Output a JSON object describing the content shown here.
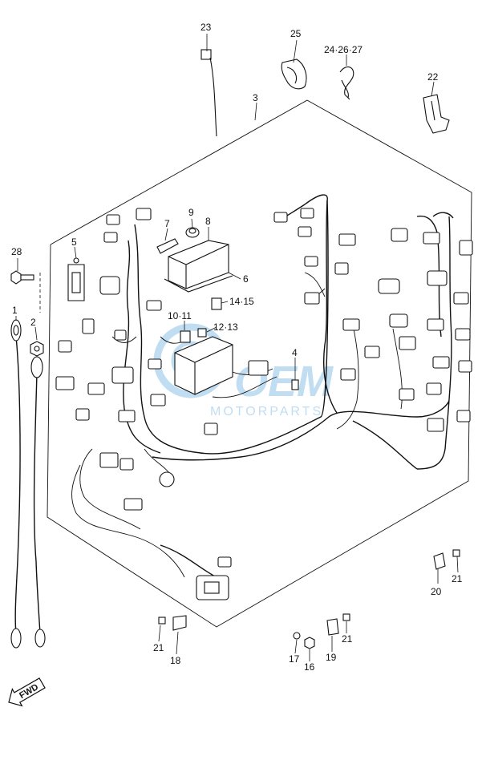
{
  "callouts": {
    "c1": "1",
    "c2": "2",
    "c3": "3",
    "c4": "4",
    "c5": "5",
    "c6": "6",
    "c7": "7",
    "c8": "8",
    "c9": "9",
    "c10_11": "10·11",
    "c12_13": "12·13",
    "c14_15": "14·15",
    "c16": "16",
    "c17": "17",
    "c18": "18",
    "c19": "19",
    "c20": "20",
    "c21a": "21",
    "c21b": "21",
    "c21c": "21",
    "c22": "22",
    "c23": "23",
    "c24_26_27": "24·26·27",
    "c25": "25",
    "c28": "28"
  },
  "fwd_label": "FWD",
  "watermark": {
    "brand": "OEM",
    "sub": "MOTORPARTS"
  },
  "colors": {
    "line": "#111111",
    "watermark": "#8ec3e6"
  }
}
